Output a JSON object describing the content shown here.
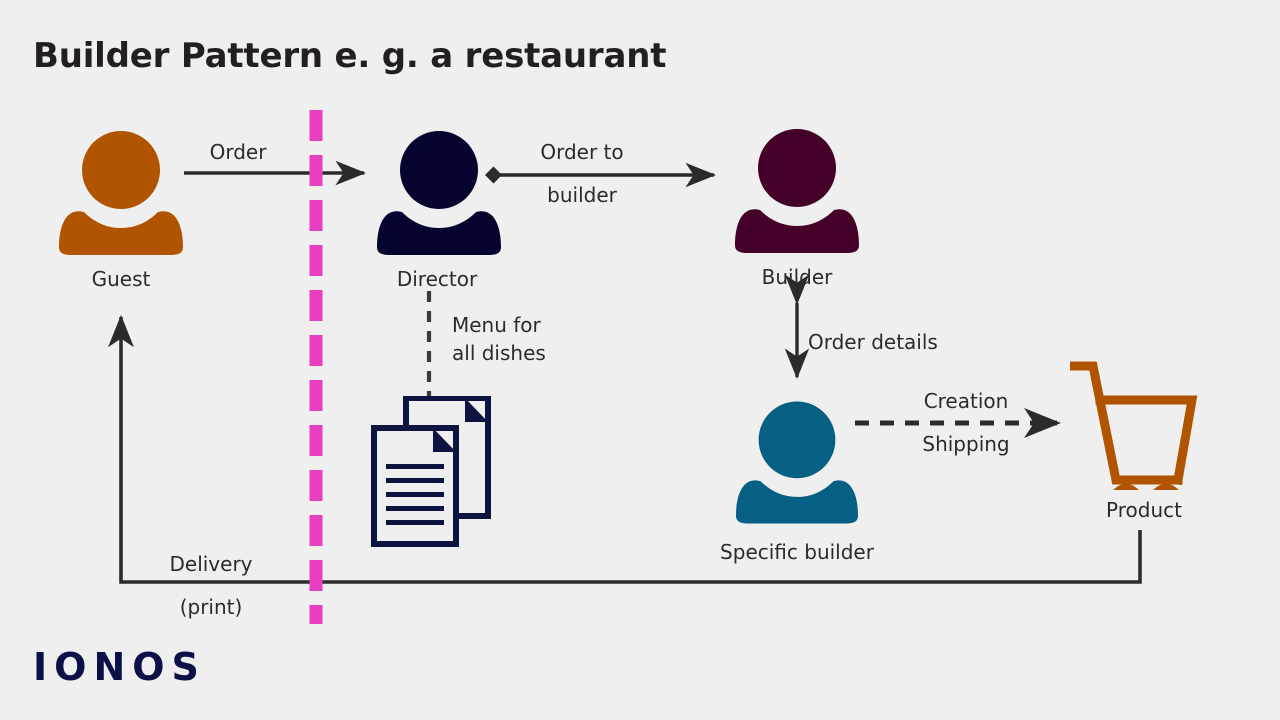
{
  "page": {
    "title": "Builder Pattern e. g. a restaurant",
    "background_color": "#efefef",
    "logo_text": "IONOS",
    "logo_color": "#0b1147"
  },
  "colors": {
    "guest": "#b05400",
    "director": "#04042e",
    "builder": "#450029",
    "specific_builder": "#056083",
    "product": "#b05400",
    "documents": "#0d1440",
    "arrow": "#2b2b2b",
    "divider": "#ea3ec0",
    "text": "#2b2b2b"
  },
  "actors": [
    {
      "id": "guest",
      "label": "Guest",
      "icon": "person-icon",
      "color_key": "guest"
    },
    {
      "id": "director",
      "label": "Director",
      "icon": "person-icon",
      "color_key": "director"
    },
    {
      "id": "builder",
      "label": "Builder",
      "icon": "person-icon",
      "color_key": "builder"
    },
    {
      "id": "specific-builder",
      "label": "Specific builder",
      "icon": "person-icon",
      "color_key": "specific_builder"
    },
    {
      "id": "product",
      "label": "Product",
      "icon": "shopping-cart-icon",
      "color_key": "product"
    },
    {
      "id": "documents",
      "label": "",
      "icon": "documents-icon",
      "color_key": "documents"
    }
  ],
  "connections": [
    {
      "id": "order",
      "label": "Order",
      "style": "solid",
      "arrow": "single",
      "from": "guest",
      "to": "director"
    },
    {
      "id": "order-to-builder",
      "label_line1": "Order to",
      "label_line2": "builder",
      "style": "solid",
      "arrow": "single-diamond",
      "from": "director",
      "to": "builder"
    },
    {
      "id": "menu",
      "label_line1": "Menu for",
      "label_line2": "all dishes",
      "style": "dashed",
      "arrow": "none",
      "from": "director",
      "to": "documents"
    },
    {
      "id": "order-details",
      "label": "Order details",
      "style": "solid",
      "arrow": "double",
      "from": "builder",
      "to": "specific-builder"
    },
    {
      "id": "creation",
      "label_line1": "Creation",
      "label_line2": "Shipping",
      "style": "dashed",
      "arrow": "single",
      "from": "specific-builder",
      "to": "product"
    },
    {
      "id": "delivery",
      "label_line1": "Delivery",
      "label_line2": "(print)",
      "style": "solid",
      "arrow": "single",
      "from": "product",
      "to": "guest"
    }
  ],
  "divider": {
    "name": "client-boundary-divider",
    "orientation": "vertical",
    "color": "#ea3ec0",
    "style": "dashed"
  }
}
